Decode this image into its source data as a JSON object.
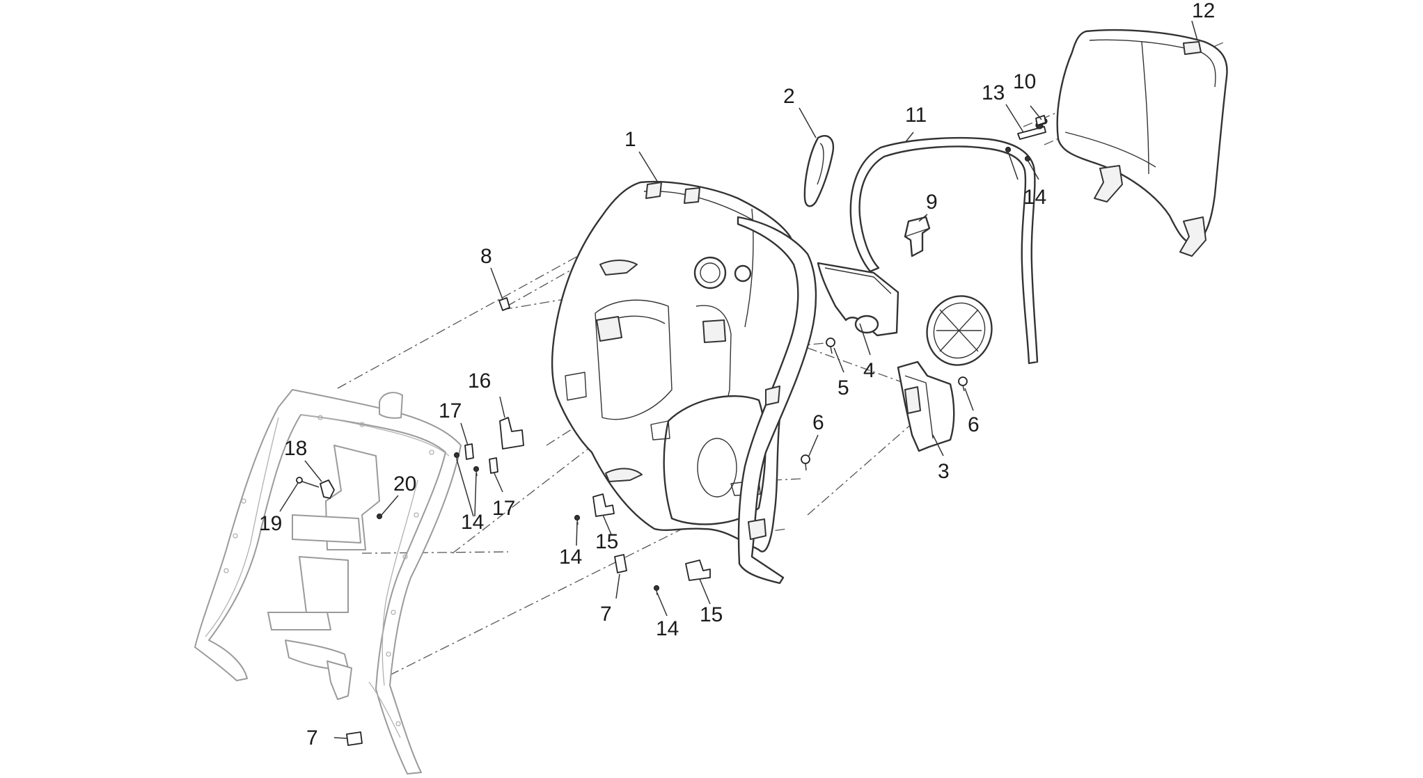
{
  "callouts": [
    {
      "id": "c1",
      "text": "1"
    },
    {
      "id": "c2",
      "text": "2"
    },
    {
      "id": "c3",
      "text": "3"
    },
    {
      "id": "c4",
      "text": "4"
    },
    {
      "id": "c5",
      "text": "5"
    },
    {
      "id": "c6a",
      "text": "6"
    },
    {
      "id": "c6b",
      "text": "6"
    },
    {
      "id": "c7a",
      "text": "7"
    },
    {
      "id": "c7b",
      "text": "7"
    },
    {
      "id": "c8",
      "text": "8"
    },
    {
      "id": "c9",
      "text": "9"
    },
    {
      "id": "c10",
      "text": "10"
    },
    {
      "id": "c11",
      "text": "11"
    },
    {
      "id": "c12",
      "text": "12"
    },
    {
      "id": "c13",
      "text": "13"
    },
    {
      "id": "c14a",
      "text": "14"
    },
    {
      "id": "c14b",
      "text": "14"
    },
    {
      "id": "c14c",
      "text": "14"
    },
    {
      "id": "c14d",
      "text": "14"
    },
    {
      "id": "c15a",
      "text": "15"
    },
    {
      "id": "c15b",
      "text": "15"
    },
    {
      "id": "c16",
      "text": "16"
    },
    {
      "id": "c17a",
      "text": "17"
    },
    {
      "id": "c17b",
      "text": "17"
    },
    {
      "id": "c18",
      "text": "18"
    },
    {
      "id": "c19",
      "text": "19"
    },
    {
      "id": "c20",
      "text": "20"
    }
  ]
}
